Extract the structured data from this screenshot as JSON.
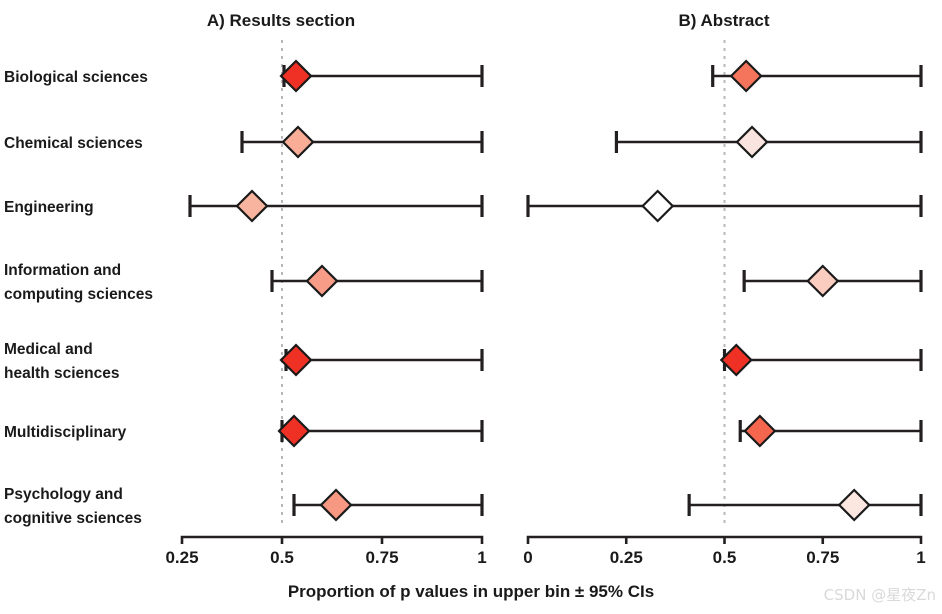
{
  "figure": {
    "axis_title": "Proportion of p values in upper bin ± 95% CIs",
    "watermark": "CSDN @星夜Zn"
  },
  "chart_data": {
    "type": "scatter",
    "title": "",
    "xlabel": "Proportion of p values in upper bin ± 95% CIs",
    "ylabel": "",
    "grid": false,
    "legend": "none",
    "categories": [
      "Biological sciences",
      "Chemical sciences",
      "Engineering",
      "Information and computing sciences",
      "Medical and health sciences",
      "Multidisciplinary",
      "Psychology and cognitive sciences"
    ],
    "category_lines": [
      [
        "Biological sciences"
      ],
      [
        "Chemical sciences"
      ],
      [
        "Engineering"
      ],
      [
        "Information and",
        "computing sciences"
      ],
      [
        "Medical and",
        "health sciences"
      ],
      [
        "Multidisciplinary"
      ],
      [
        "Psychology and",
        "cognitive sciences"
      ]
    ],
    "panels": [
      {
        "id": "A",
        "title": "A) Results section",
        "xlim": [
          0.25,
          1.0
        ],
        "xticks": [
          0.25,
          0.5,
          0.75,
          1
        ],
        "xticklabels": [
          "0.25",
          "0.5",
          "0.75",
          "1"
        ],
        "refline": 0.5,
        "points": [
          {
            "category": "Biological sciences",
            "estimate": 0.535,
            "ci_low": 0.505,
            "ci_high": 1.0,
            "fill": "#ee3124"
          },
          {
            "category": "Chemical sciences",
            "estimate": 0.54,
            "ci_low": 0.4,
            "ci_high": 1.0,
            "fill": "#f9ad97"
          },
          {
            "category": "Engineering",
            "estimate": 0.425,
            "ci_low": 0.27,
            "ci_high": 1.0,
            "fill": "#f9b4a0"
          },
          {
            "category": "Information and computing sciences",
            "estimate": 0.6,
            "ci_low": 0.475,
            "ci_high": 1.0,
            "fill": "#f79c86"
          },
          {
            "category": "Medical and health sciences",
            "estimate": 0.535,
            "ci_low": 0.51,
            "ci_high": 1.0,
            "fill": "#ee3124"
          },
          {
            "category": "Multidisciplinary",
            "estimate": 0.53,
            "ci_low": 0.5,
            "ci_high": 1.0,
            "fill": "#ee3124"
          },
          {
            "category": "Psychology and cognitive sciences",
            "estimate": 0.635,
            "ci_low": 0.53,
            "ci_high": 1.0,
            "fill": "#f79883"
          }
        ]
      },
      {
        "id": "B",
        "title": "B) Abstract",
        "xlim": [
          0.0,
          1.0
        ],
        "xticks": [
          0,
          0.25,
          0.5,
          0.75,
          1
        ],
        "xticklabels": [
          "0",
          "0.25",
          "0.5",
          "0.75",
          "1"
        ],
        "refline": 0.5,
        "points": [
          {
            "category": "Biological sciences",
            "estimate": 0.555,
            "ci_low": 0.47,
            "ci_high": 1.0,
            "fill": "#f4745c"
          },
          {
            "category": "Chemical sciences",
            "estimate": 0.57,
            "ci_low": 0.225,
            "ci_high": 1.0,
            "fill": "#fae4df"
          },
          {
            "category": "Engineering",
            "estimate": 0.33,
            "ci_low": 0.0,
            "ci_high": 1.0,
            "fill": "#ffffff"
          },
          {
            "category": "Information and computing sciences",
            "estimate": 0.75,
            "ci_low": 0.55,
            "ci_high": 1.0,
            "fill": "#fbcdc1"
          },
          {
            "category": "Medical and health sciences",
            "estimate": 0.53,
            "ci_low": 0.5,
            "ci_high": 1.0,
            "fill": "#ee3124"
          },
          {
            "category": "Multidisciplinary",
            "estimate": 0.59,
            "ci_low": 0.54,
            "ci_high": 1.0,
            "fill": "#f4664e"
          },
          {
            "category": "Psychology and cognitive sciences",
            "estimate": 0.83,
            "ci_low": 0.41,
            "ci_high": 1.0,
            "fill": "#fbe6e0"
          }
        ]
      }
    ]
  }
}
